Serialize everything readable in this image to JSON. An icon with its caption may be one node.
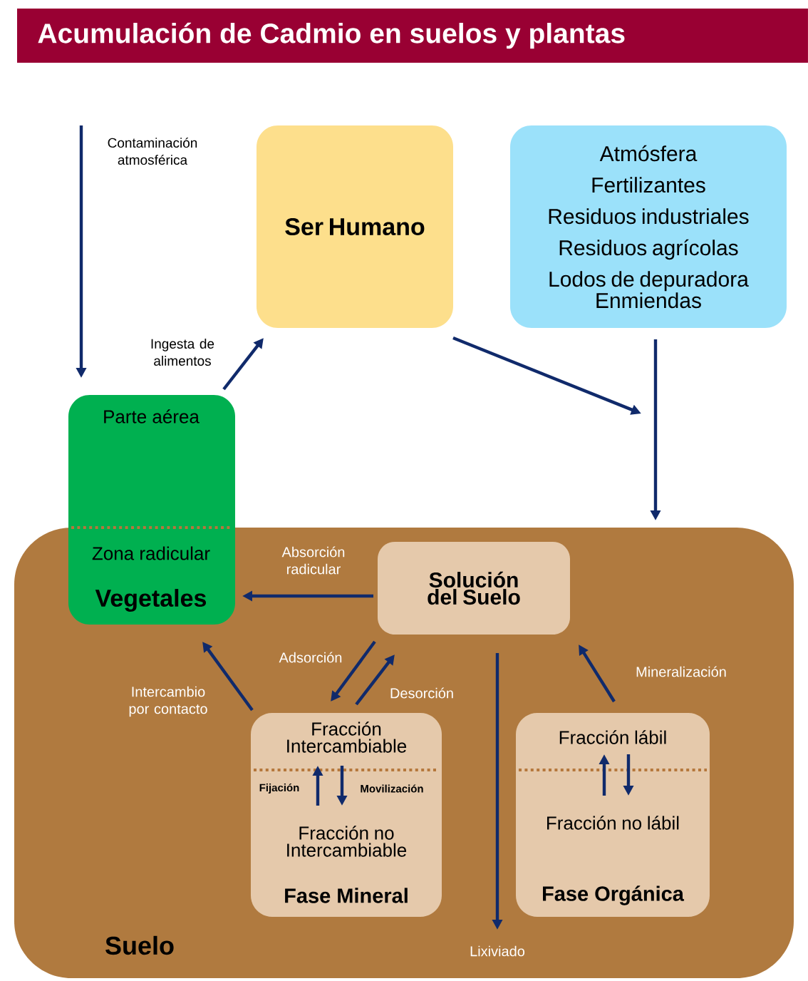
{
  "diagram": {
    "title": "Acumulación de Cadmio en suelos y plantas",
    "nodes": [
      {
        "text": [
          "Suelo"
        ]
      },
      {
        "text": [
          "Ser Humano"
        ]
      },
      {
        "text": [
          "Atmósfera",
          "Fertilizantes",
          "Residuos industriales",
          "Residuos agrícolas",
          "Lodos de depuradora",
          "Enmiendas"
        ]
      },
      {
        "text": [
          "Parte aérea",
          "Zona radicular",
          "Vegetales"
        ]
      },
      {
        "text": [
          "Solución del Suelo"
        ],
        "in": 0
      },
      {
        "text": [
          "Fase Mineral"
        ],
        "in": 0
      },
      {
        "text": [
          "Fracción Intercambiable"
        ],
        "in": 5
      },
      {
        "text": [
          "Fracción no Intercambiable"
        ],
        "in": 5
      },
      {
        "text": [
          "Fase Orgánica"
        ],
        "in": 0
      },
      {
        "text": [
          "Fracción lábil"
        ],
        "in": 8
      },
      {
        "text": [
          "Fracción no lábil"
        ],
        "in": 8
      },
      {
        "text": [
          "Lixiviado"
        ],
        "in": 0
      }
    ],
    "edges": [
      {
        "from": null,
        "to": 3,
        "arrow": "to",
        "label": "Contaminación atmosférica"
      },
      {
        "from": 3,
        "to": 1,
        "arrow": "to",
        "label": "Ingesta de alimentos"
      },
      {
        "from": 1,
        "to": null,
        "arrow": "to"
      },
      {
        "from": 2,
        "to": 0,
        "arrow": "to"
      },
      {
        "from": 4,
        "to": 3,
        "arrow": "to",
        "label": "Absorción radicular"
      },
      {
        "from": 4,
        "to": 5,
        "arrow": "to",
        "label": "Adsorción"
      },
      {
        "from": 5,
        "to": 4,
        "arrow": "to",
        "label": "Desorción"
      },
      {
        "from": 5,
        "to": 3,
        "arrow": "to",
        "label": "Intercambio por contacto"
      },
      {
        "from": 8,
        "to": 4,
        "arrow": "to",
        "label": "Mineralización"
      },
      {
        "from": 4,
        "to": 11,
        "arrow": "to"
      },
      {
        "from": 7,
        "to": 6,
        "arrow": "to",
        "label": "Fijación"
      },
      {
        "from": 6,
        "to": 7,
        "arrow": "to",
        "label": "Movilización"
      },
      {
        "from": 10,
        "to": 9,
        "arrow": "to"
      },
      {
        "from": 9,
        "to": 10,
        "arrow": "to"
      }
    ]
  }
}
